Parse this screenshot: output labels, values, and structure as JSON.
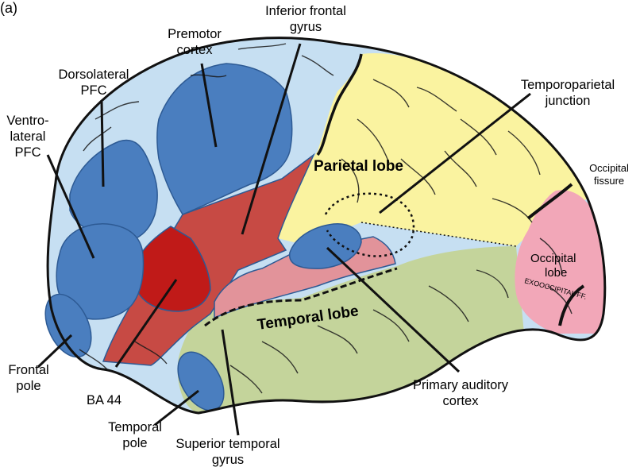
{
  "panel_label": "(a)",
  "labels": {
    "inferior_frontal_gyrus": [
      "Inferior frontal",
      "gyrus"
    ],
    "premotor_cortex": [
      "Premotor",
      "cortex"
    ],
    "dorsolateral_pfc": [
      "Dorsolateral",
      "PFC"
    ],
    "ventrolateral_pfc": [
      "Ventro-",
      "lateral",
      "PFC"
    ],
    "temporoparietal_junction": [
      "Temporoparietal",
      "junction"
    ],
    "occipital_fissure": [
      "Occipital",
      "fissure"
    ],
    "frontal_pole": [
      "Frontal",
      "pole"
    ],
    "ba44": "BA 44",
    "temporal_pole": [
      "Temporal",
      "pole"
    ],
    "superior_temporal_gyrus": [
      "Superior temporal",
      "gyrus"
    ],
    "primary_auditory_cortex": [
      "Primary auditory",
      "cortex"
    ]
  },
  "region_text": {
    "parietal_lobe": "Parietal lobe",
    "temporal_lobe": "Temporal lobe",
    "occipital_lobe": [
      "Occipital",
      "lobe"
    ],
    "exooccipital": "EXOOCCIPITAL FF."
  },
  "colors": {
    "frontal": "#c6dff2",
    "prefrontal_blue": "#4a7ebf",
    "blue_outline": "#2d5a94",
    "parietal": "#faf3a0",
    "temporal": "#c4d49b",
    "occipital": "#f2a7b8",
    "inferior_frontal": "#c74a44",
    "ba44": "#c01a18",
    "stg_pink": "#e2939a",
    "outline": "#111111"
  }
}
